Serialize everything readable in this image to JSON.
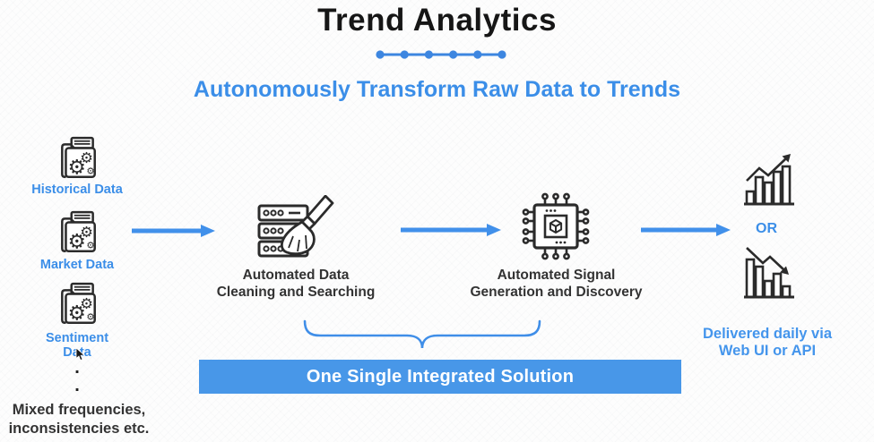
{
  "header": {
    "title": "Trend Analytics",
    "subtitle": "Autonomously Transform Raw Data to Trends"
  },
  "sources": {
    "items": [
      {
        "label": "Historical Data",
        "icon": "folder-gears-icon"
      },
      {
        "label": "Market Data",
        "icon": "folder-gears-icon"
      },
      {
        "label": "Sentiment Data",
        "icon": "folder-gears-icon"
      }
    ],
    "ellipsis": [
      ".",
      "."
    ],
    "note_line1": "Mixed frequencies,",
    "note_line2": "inconsistencies etc."
  },
  "stages": {
    "cleaning_line1": "Automated Data",
    "cleaning_line2": "Cleaning and Searching",
    "cleaning_icon": "server-broom-icon",
    "signal_line1": "Automated Signal",
    "signal_line2": "Generation and Discovery",
    "signal_icon": "chip-icon"
  },
  "delivery": {
    "or_label": "OR",
    "line1": "Delivered daily via",
    "line2": "Web UI or API",
    "icons": [
      "rising-chart-icon",
      "falling-chart-icon"
    ]
  },
  "banner": {
    "label": "One Single Integrated Solution"
  },
  "colors": {
    "accent_blue": "#3E8EE8",
    "banner_blue": "#4897E8",
    "icon_ink": "#2B2B2B",
    "title_black": "#161616",
    "banner_text": "#FFFFFF"
  },
  "icons_map": {
    "title-dots-divider": "six dots joined by line",
    "folder-gears-icon": "folder with gears ⚙",
    "flow-arrow-icon": "solid right arrow →",
    "server-broom-icon": "server stack swept by broom",
    "chip-icon": "processor chip with cube core",
    "rising-chart-icon": "bar chart with rising zigzag arrow",
    "falling-chart-icon": "bar chart with falling zigzag arrow",
    "curly-brace": "downward curly brace",
    "mouse-cursor-icon": "mouse pointer"
  }
}
